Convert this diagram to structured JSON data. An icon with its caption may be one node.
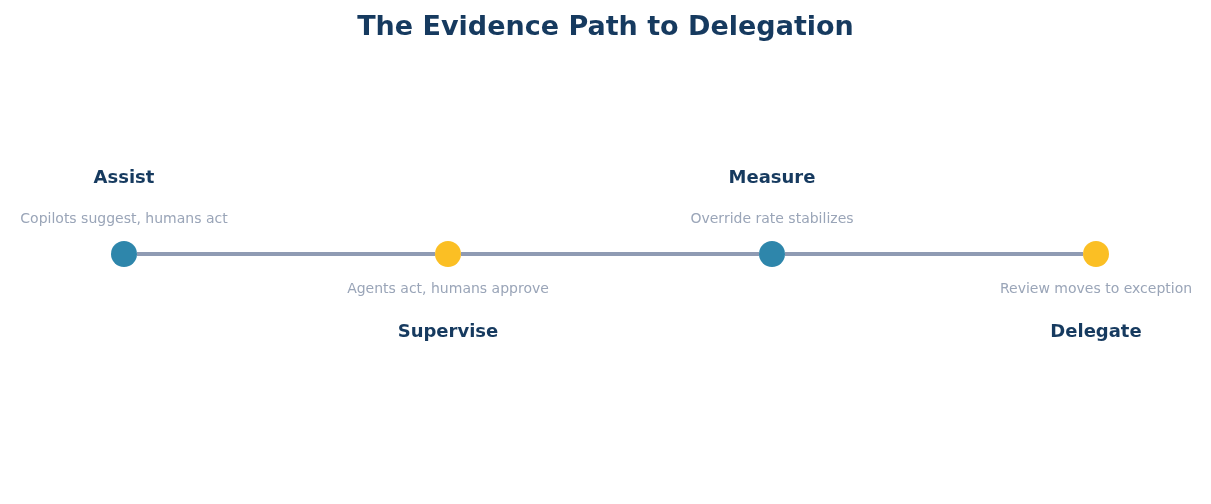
{
  "diagram": {
    "title": "The Evidence Path to Delegation",
    "nodes": [
      {
        "text": [],
        "shape": "circle",
        "beside": [
          "Assist",
          "Copilots suggest, humans act"
        ]
      },
      {
        "text": [],
        "shape": "circle",
        "beside": [
          "Supervise",
          "Agents act, humans approve"
        ]
      },
      {
        "text": [],
        "shape": "circle",
        "beside": [
          "Measure",
          "Override rate stabilizes"
        ]
      },
      {
        "text": [],
        "shape": "circle",
        "beside": [
          "Delegate",
          "Review moves to exception"
        ]
      }
    ],
    "edges": [
      {
        "from": 0,
        "to": 1,
        "arrow": "none"
      },
      {
        "from": 1,
        "to": 2,
        "arrow": "none"
      },
      {
        "from": 2,
        "to": 3,
        "arrow": "none"
      }
    ]
  }
}
